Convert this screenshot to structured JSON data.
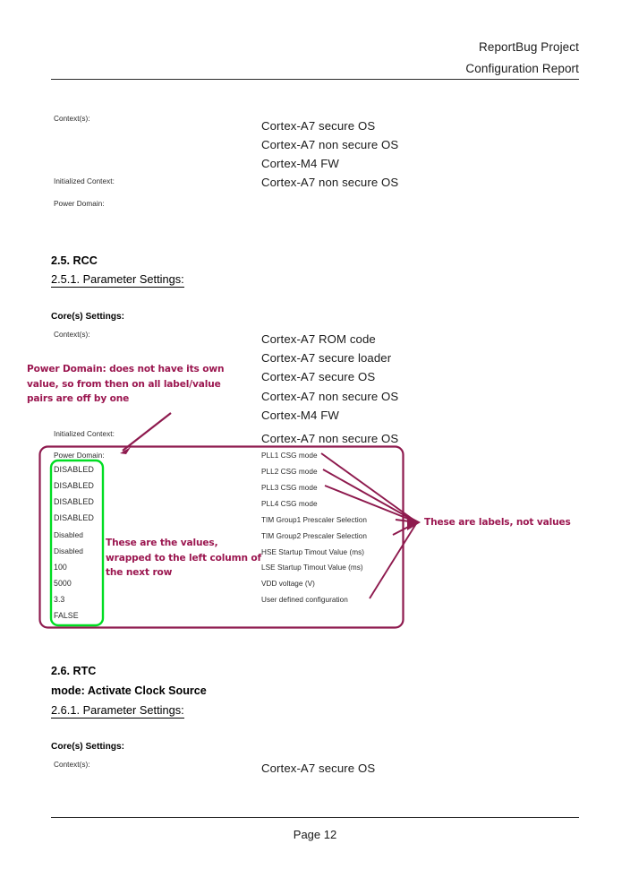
{
  "header": {
    "title": "ReportBug Project",
    "subtitle": "Configuration Report"
  },
  "footer": {
    "page": "Page 12"
  },
  "colors": {
    "annotation_magenta": "#9b1750",
    "highlight_green": "#00dd22",
    "text": "#1b1b1b"
  },
  "section_top": {
    "labels": {
      "contexts": "Context(s):",
      "initialized_context": "Initialized Context:",
      "power_domain": "Power Domain:"
    },
    "context_values": [
      "Cortex-A7 secure OS",
      "Cortex-A7 non secure OS",
      "Cortex-M4 FW"
    ],
    "initialized_context_value": "Cortex-A7 non secure OS"
  },
  "section_rcc": {
    "heading": "2.5. RCC",
    "subheading": "2.5.1. Parameter Settings:",
    "cores_settings": "Core(s) Settings:",
    "labels": {
      "contexts": "Context(s):",
      "initialized_context": "Initialized Context:",
      "power_domain": "Power Domain:"
    },
    "context_values": [
      "Cortex-A7 ROM code",
      "Cortex-A7 secure loader",
      "Cortex-A7 secure OS",
      "Cortex-A7 non secure OS",
      "Cortex-M4 FW"
    ],
    "initialized_context_value": "Cortex-A7 non secure OS",
    "wrapped_values": [
      "DISABLED",
      "DISABLED",
      "DISABLED",
      "DISABLED",
      "Disabled",
      "Disabled",
      "100",
      "5000",
      "3.3",
      "FALSE"
    ],
    "parameter_labels": [
      "PLL1 CSG mode",
      "PLL2 CSG mode",
      "PLL3 CSG mode",
      "PLL4 CSG mode",
      "TIM Group1 Prescaler Selection",
      "TIM Group2 Prescaler Selection",
      "HSE Startup Timout Value (ms)",
      "LSE Startup Timout Value (ms)",
      "VDD voltage (V)",
      "User defined configuration"
    ]
  },
  "section_rtc": {
    "heading": "2.6. RTC",
    "mode": "mode: Activate Clock Source",
    "subheading": "2.6.1. Parameter Settings:",
    "cores_settings": "Core(s) Settings:",
    "labels": {
      "contexts": "Context(s):"
    },
    "context_values": [
      "Cortex-A7 secure OS"
    ]
  },
  "annotations": {
    "power_domain_note": "Power Domain: does not have its own value, so from then on all label/value pairs are off by one",
    "values_note": "These are the values, wrapped to the left column of the next row",
    "labels_note": "These are labels, not values"
  }
}
